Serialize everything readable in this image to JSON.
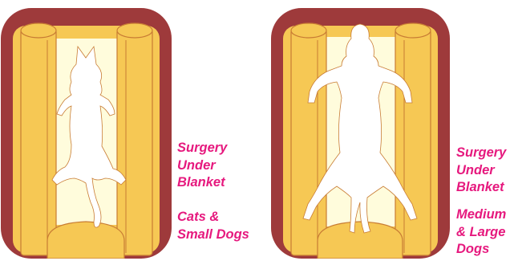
{
  "colors": {
    "frame": "#9e3a3b",
    "table": "#f6c854",
    "table_edge": "#c87c34",
    "blanket": "#fffcdc",
    "silhouette": "#ffffff",
    "caption": "#e6197e"
  },
  "panels": [
    {
      "id": "left",
      "caption_surgery": "Surgery\nUnder\nBlanket",
      "caption_animals": "Cats &\nSmall Dogs"
    },
    {
      "id": "right",
      "caption_surgery": "Surgery\nUnder\nBlanket",
      "caption_animals": "Medium\n& Large\nDogs"
    }
  ]
}
